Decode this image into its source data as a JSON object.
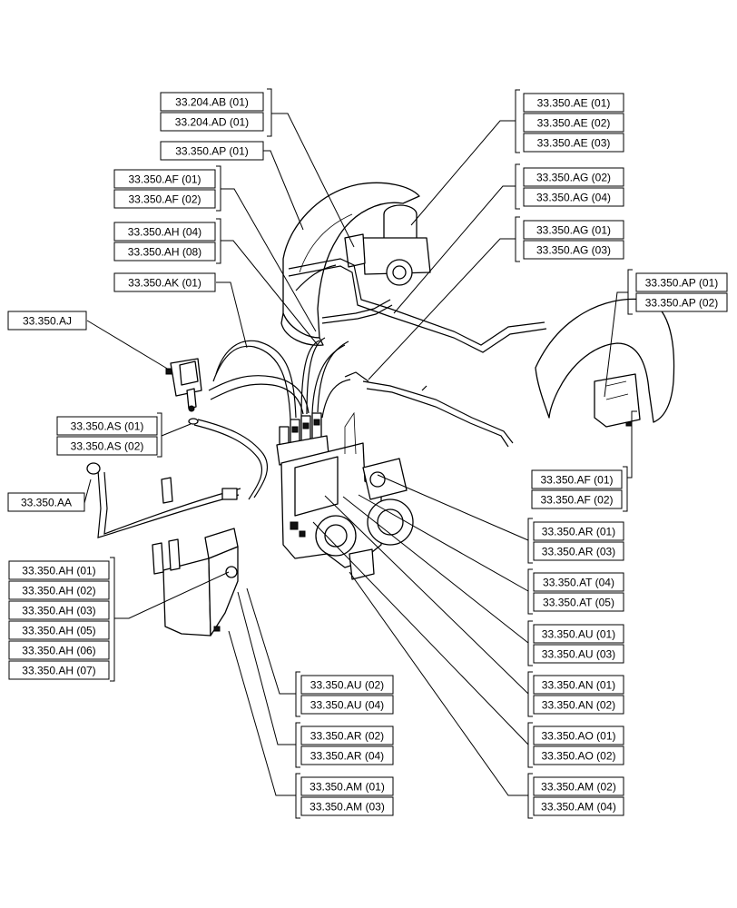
{
  "callouts": [
    {
      "id": "c1",
      "labels": [
        "33.204.AB (01)",
        "33.204.AD (01)"
      ]
    },
    {
      "id": "c2",
      "labels": [
        "33.350.AP (01)"
      ]
    },
    {
      "id": "c3",
      "labels": [
        "33.350.AF (01)",
        "33.350.AF (02)"
      ]
    },
    {
      "id": "c4",
      "labels": [
        "33.350.AH (04)",
        "33.350.AH (08)"
      ]
    },
    {
      "id": "c5",
      "labels": [
        "33.350.AK (01)"
      ]
    },
    {
      "id": "c6",
      "labels": [
        "33.350.AJ"
      ]
    },
    {
      "id": "c7",
      "labels": [
        "33.350.AS (01)",
        "33.350.AS (02)"
      ]
    },
    {
      "id": "c8",
      "labels": [
        "33.350.AA"
      ]
    },
    {
      "id": "c9",
      "labels": [
        "33.350.AH (01)",
        "33.350.AH (02)",
        "33.350.AH (03)",
        "33.350.AH (05)",
        "33.350.AH (06)",
        "33.350.AH (07)"
      ]
    },
    {
      "id": "c10",
      "labels": [
        "33.350.AE (01)",
        "33.350.AE (02)",
        "33.350.AE (03)"
      ]
    },
    {
      "id": "c11",
      "labels": [
        "33.350.AG (02)",
        "33.350.AG (04)"
      ]
    },
    {
      "id": "c12",
      "labels": [
        "33.350.AG (01)",
        "33.350.AG (03)"
      ]
    },
    {
      "id": "c13",
      "labels": [
        "33.350.AP (01)",
        "33.350.AP (02)"
      ]
    },
    {
      "id": "c14",
      "labels": [
        "33.350.AF (01)",
        "33.350.AF (02)"
      ]
    },
    {
      "id": "c15",
      "labels": [
        "33.350.AR (01)",
        "33.350.AR (03)"
      ]
    },
    {
      "id": "c16",
      "labels": [
        "33.350.AT (04)",
        "33.350.AT (05)"
      ]
    },
    {
      "id": "c17",
      "labels": [
        "33.350.AU (01)",
        "33.350.AU (03)"
      ]
    },
    {
      "id": "c18",
      "labels": [
        "33.350.AN (01)",
        "33.350.AN (02)"
      ]
    },
    {
      "id": "c19",
      "labels": [
        "33.350.AO (01)",
        "33.350.AO (02)"
      ]
    },
    {
      "id": "c20",
      "labels": [
        "33.350.AM (02)",
        "33.350.AM (04)"
      ]
    },
    {
      "id": "c21",
      "labels": [
        "33.350.AU (02)",
        "33.350.AU (04)"
      ]
    },
    {
      "id": "c22",
      "labels": [
        "33.350.AR (02)",
        "33.350.AR (04)"
      ]
    },
    {
      "id": "c23",
      "labels": [
        "33.350.AM (01)",
        "33.350.AM (03)"
      ]
    }
  ]
}
